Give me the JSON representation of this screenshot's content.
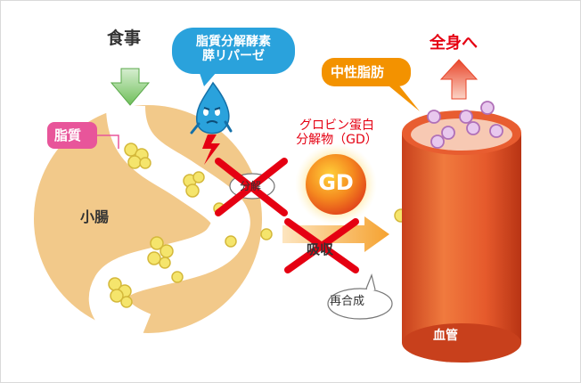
{
  "labels": {
    "food": "食事",
    "lipase_line1": "脂質分解酵素",
    "lipase_line2": "膵リパーゼ",
    "fat": "脂質",
    "small_intestine": "小腸",
    "gd_name_line1": "グロビン蛋白",
    "gd_name_line2": "分解物（GD）",
    "gd_logo": "GD",
    "breakdown": "分解",
    "absorption": "吸収",
    "resynthesis": "再合成",
    "neutral_fat": "中性脂肪",
    "to_whole_body": "全身へ",
    "blood_vessel": "血管"
  },
  "colors": {
    "intestine": "#f2c98a",
    "lipase_bubble": "#2aa2dc",
    "fat_badge": "#e8559a",
    "neutral_fat_badge": "#f39200",
    "vessel": "#e65a2c",
    "cross_mark": "#e50012",
    "fat_droplet": "#f5e56c",
    "neutral_fat_droplet": "#e8c8ee"
  }
}
